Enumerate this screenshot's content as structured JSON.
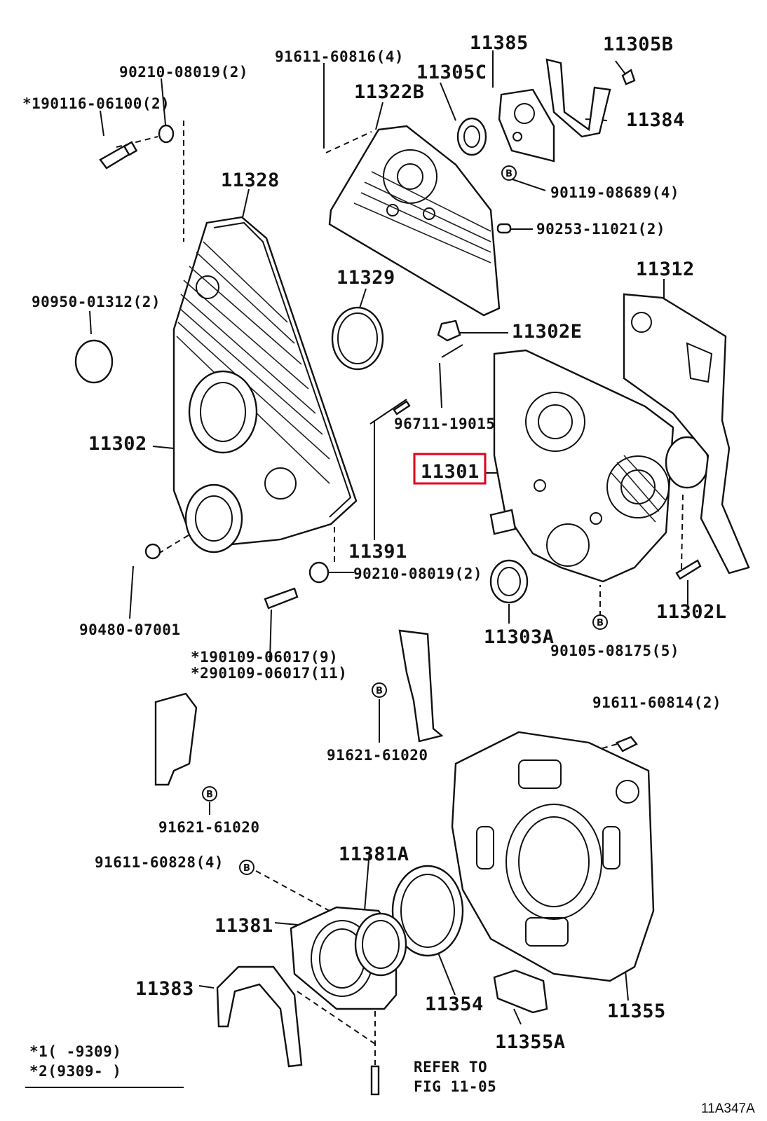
{
  "diagram": {
    "highlight_color": "#e0001b",
    "figure_code": "11A347A",
    "labels": {
      "p90210_08019_top": "90210-08019(2)",
      "p91611_60816": "91611-60816(4)",
      "p11385": "11385",
      "p11305b": "11305B",
      "p90116_06100": "*190116-06100(2)",
      "p11305c": "11305C",
      "p11322b": "11322B",
      "p11384": "11384",
      "p90119_08689": "90119-08689(4)",
      "p11328": "11328",
      "p90253_11021": "90253-11021(2)",
      "p11312": "11312",
      "p90950_01312": "90950-01312(2)",
      "p11329": "11329",
      "p11302e": "11302E",
      "p96711_19015": "96711-19015",
      "p11302": "11302",
      "p11301": "11301",
      "p11391": "11391",
      "p90210_08019_mid": "90210-08019(2)",
      "p90480_07001": "90480-07001",
      "p11303a": "11303A",
      "p11302l": "11302L",
      "p90105_08175": "90105-08175(5)",
      "p90109_06017_a": "*190109-06017(9)",
      "p90109_06017_b": "*290109-06017(11)",
      "p91611_60814": "91611-60814(2)",
      "p91621_61020_a": "91621-61020",
      "p91621_61020_b": "91621-61020",
      "p91611_60828": "91611-60828(4)",
      "p11381a": "11381A",
      "p11381": "11381",
      "p11383": "11383",
      "p11354": "11354",
      "p11355": "11355",
      "p11355a": "11355A",
      "note1": "*1(    -9309)",
      "note2": "*2(9309-     )",
      "refer1": "REFER TO",
      "refer2": "FIG 11-05"
    }
  }
}
